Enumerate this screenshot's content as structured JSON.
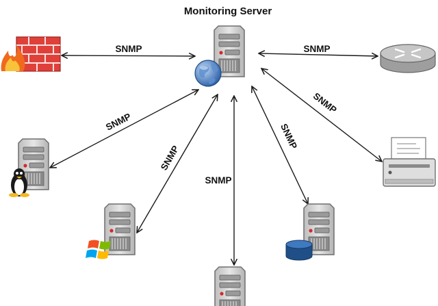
{
  "diagram": {
    "title": "Monitoring Server",
    "link_label": "SNMP",
    "nodes": [
      {
        "id": "monitoring-server",
        "icon": "server-icon",
        "badge_icon": "globe-icon"
      },
      {
        "id": "firewall",
        "icon": "firewall-icon"
      },
      {
        "id": "router",
        "icon": "router-icon"
      },
      {
        "id": "linux-server",
        "icon": "server-icon",
        "badge_icon": "linux-penguin-icon"
      },
      {
        "id": "windows-server",
        "icon": "server-icon",
        "badge_icon": "windows-logo-icon"
      },
      {
        "id": "bottom-server",
        "icon": "server-icon"
      },
      {
        "id": "database-server",
        "icon": "server-icon",
        "badge_icon": "database-icon"
      },
      {
        "id": "printer",
        "icon": "printer-icon"
      }
    ],
    "links": [
      {
        "from": "monitoring-server",
        "to": "firewall",
        "label": "SNMP",
        "direction": "bidirectional"
      },
      {
        "from": "monitoring-server",
        "to": "router",
        "label": "SNMP",
        "direction": "bidirectional"
      },
      {
        "from": "monitoring-server",
        "to": "linux-server",
        "label": "SNMP",
        "direction": "bidirectional"
      },
      {
        "from": "monitoring-server",
        "to": "windows-server",
        "label": "SNMP",
        "direction": "bidirectional"
      },
      {
        "from": "monitoring-server",
        "to": "bottom-server",
        "label": "SNMP",
        "direction": "bidirectional"
      },
      {
        "from": "monitoring-server",
        "to": "database-server",
        "label": "SNMP",
        "direction": "bidirectional"
      },
      {
        "from": "monitoring-server",
        "to": "printer",
        "label": "SNMP",
        "direction": "bidirectional"
      }
    ],
    "colors": {
      "line": "#1a1a1a",
      "server_body": "#cfcfcf",
      "server_edge": "#6e6e6e",
      "firewall_brick": "#e0403a",
      "router": "#b9b9b9",
      "database": "#1f4f86"
    }
  }
}
